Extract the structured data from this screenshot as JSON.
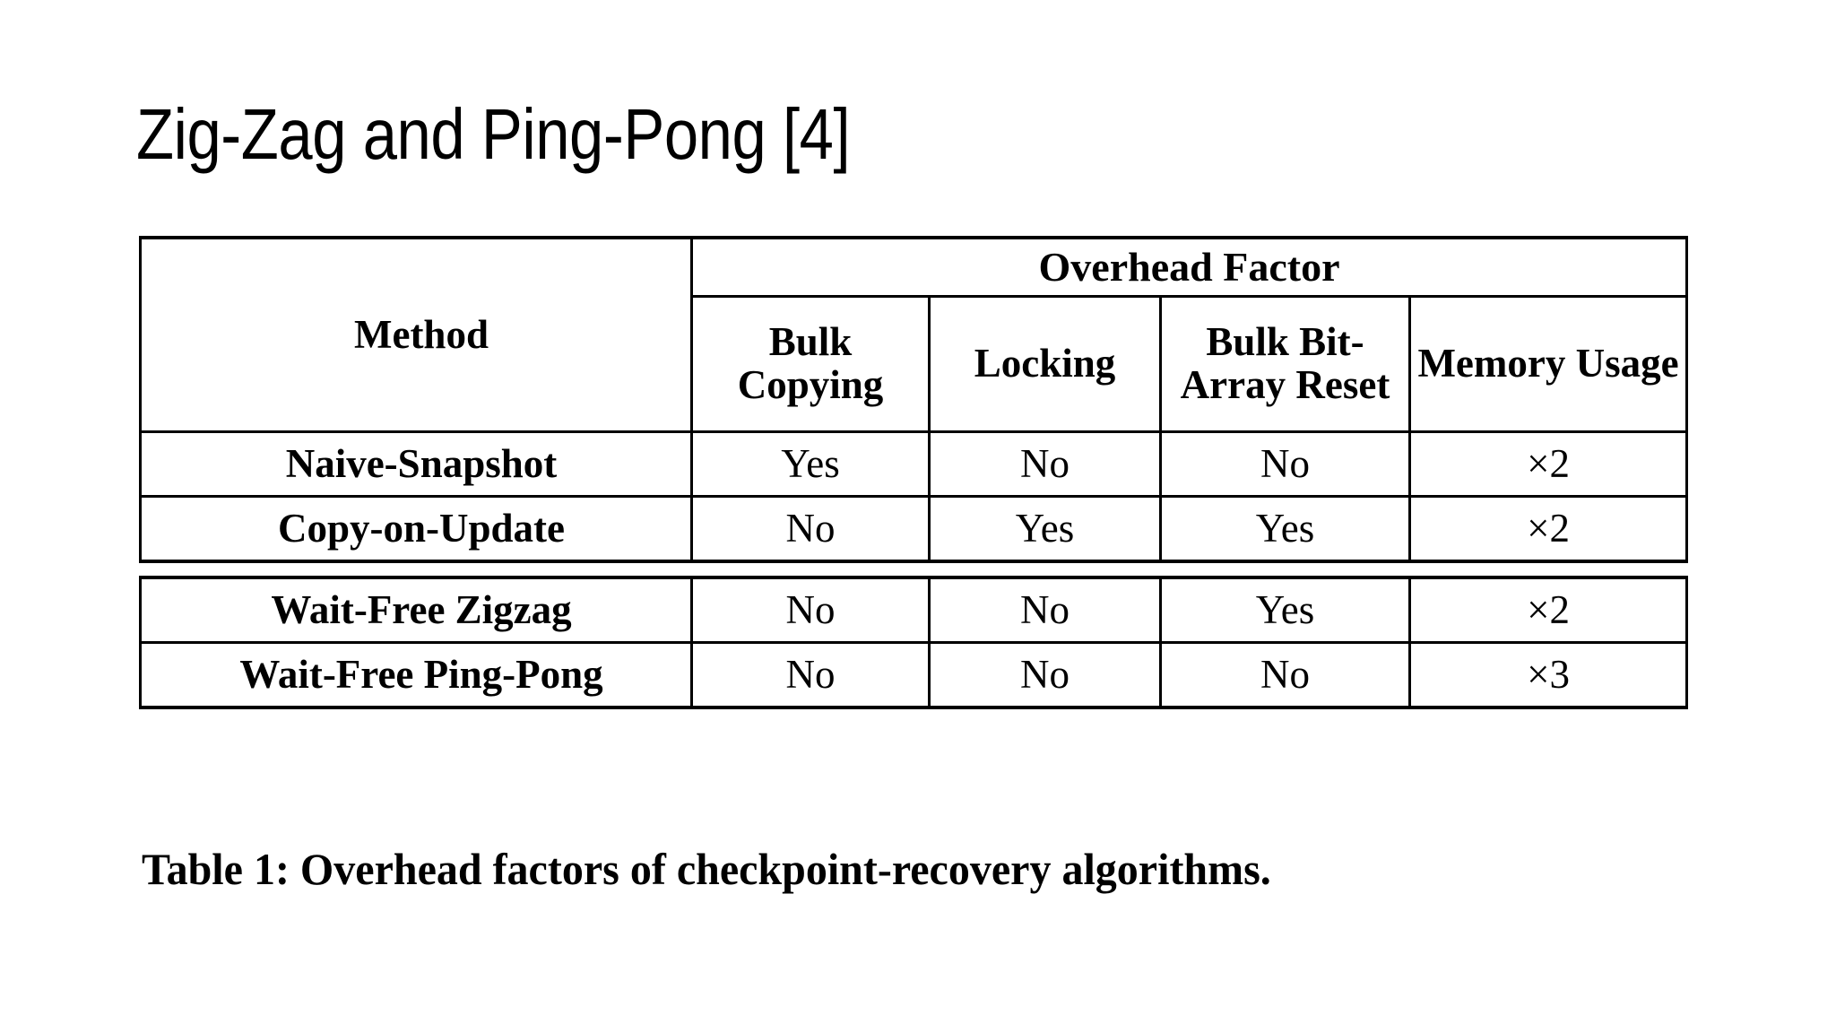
{
  "slide": {
    "title": "Zig-Zag and Ping-Pong [4]",
    "background_color": "#ffffff",
    "text_color": "#000000"
  },
  "table": {
    "method_header": "Method",
    "group_header": "Overhead Factor",
    "sub_headers": [
      "Bulk Copying",
      "Locking",
      "Bulk Bit-Array Reset",
      "Memory Usage"
    ],
    "row_groups": [
      {
        "rows": [
          {
            "method": "Naive-Snapshot",
            "bulk_copying": "Yes",
            "locking": "No",
            "bulk_bit_array_reset": "No",
            "memory_usage": "×2"
          },
          {
            "method": "Copy-on-Update",
            "bulk_copying": "No",
            "locking": "Yes",
            "bulk_bit_array_reset": "Yes",
            "memory_usage": "×2"
          }
        ]
      },
      {
        "rows": [
          {
            "method": "Wait-Free Zigzag",
            "bulk_copying": "No",
            "locking": "No",
            "bulk_bit_array_reset": "Yes",
            "memory_usage": "×2"
          },
          {
            "method": "Wait-Free Ping-Pong",
            "bulk_copying": "No",
            "locking": "No",
            "bulk_bit_array_reset": "No",
            "memory_usage": "×3"
          }
        ]
      }
    ]
  },
  "caption": "Table 1: Overhead factors of checkpoint-recovery algorithms."
}
